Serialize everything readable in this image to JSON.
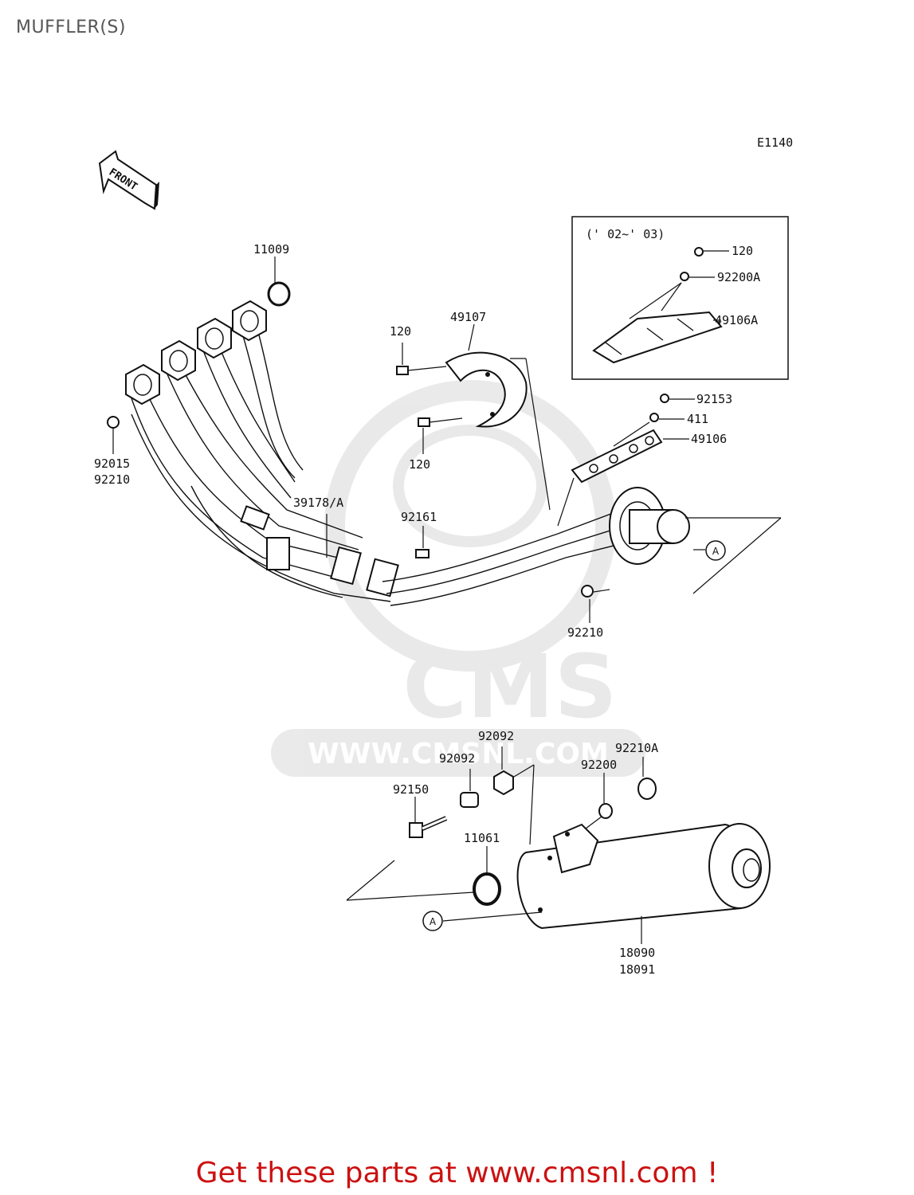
{
  "page": {
    "title": "MUFFLER(S)"
  },
  "diagram": {
    "code": "E1140",
    "front_label": "FRONT",
    "inset_label": "(' 02~' 03)",
    "ref_marker": "A",
    "watermark": {
      "brand": "CMS",
      "url": "WWW.CMSNL.COM"
    },
    "parts": {
      "p11009": "11009",
      "p49107": "49107",
      "p120a": "120",
      "p120b": "120",
      "p92015": "92015",
      "p92210a": "92210",
      "p39178": "39178/A",
      "p92161": "92161",
      "p92153": "92153",
      "p411": "411",
      "p49106": "49106",
      "p92210b": "92210",
      "p120c": "120",
      "p92200A": "92200A",
      "p49106A": "49106A",
      "p92092a": "92092",
      "p92092b": "92092",
      "p92210A": "92210A",
      "p92200": "92200",
      "p92150": "92150",
      "p11061": "11061",
      "p18090": "18090",
      "p18091": "18091"
    }
  },
  "footer": {
    "promo": "Get these parts at www.cmsnl.com !"
  }
}
